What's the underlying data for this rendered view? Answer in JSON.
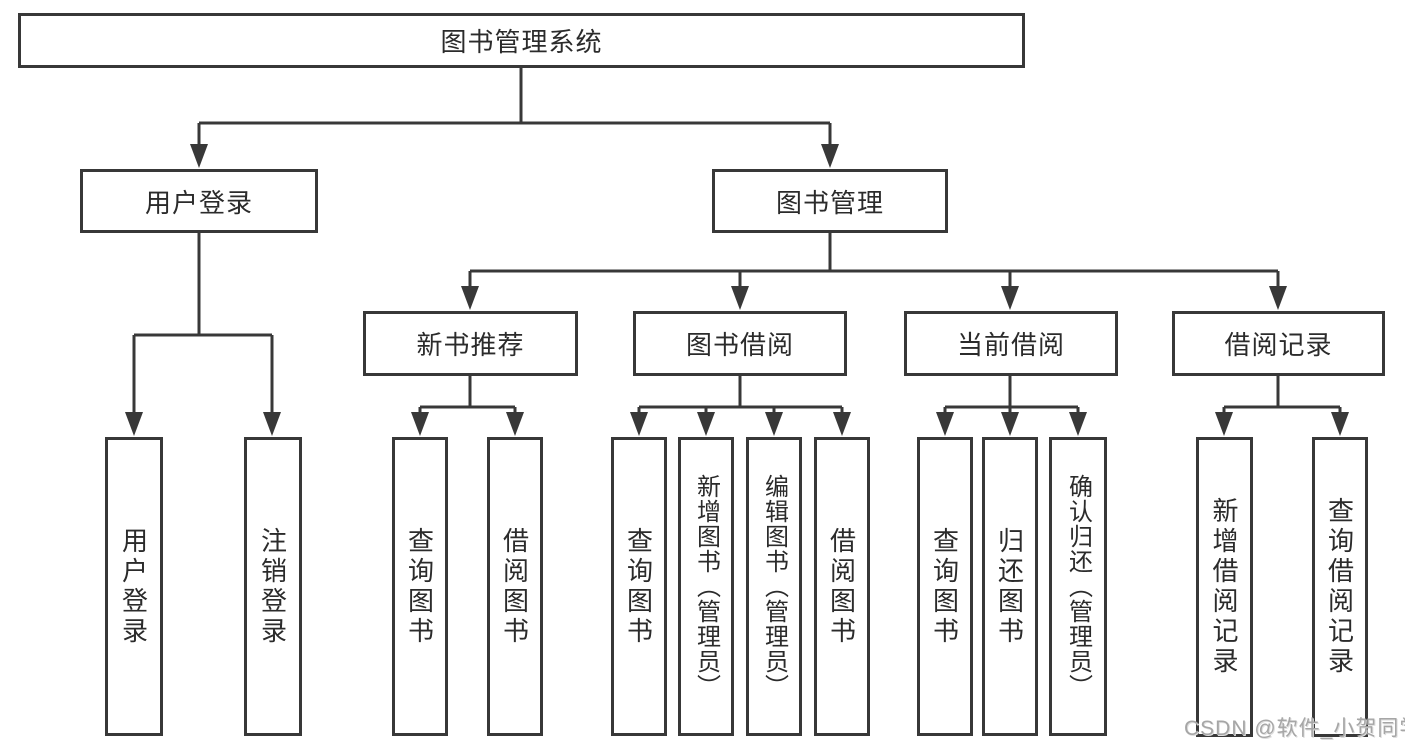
{
  "diagram": {
    "root_label": "图书管理系统",
    "level2": [
      "用户登录",
      "图书管理"
    ],
    "level3": [
      "新书推荐",
      "图书借阅",
      "当前借阅",
      "借阅记录"
    ],
    "leaves_login": [
      "用户登录",
      "注销登录"
    ],
    "leaves_newbook": [
      "查询图书",
      "借阅图书"
    ],
    "leaves_borrow": [
      "查询图书",
      "新增图书（管理员）",
      "编辑图书（管理员）",
      "借阅图书"
    ],
    "leaves_current": [
      "查询图书",
      "归还图书",
      "确认归还（管理员）"
    ],
    "leaves_records": [
      "新增借阅记录",
      "查询借阅记录"
    ],
    "watermark": "CSDN @软件_小贺同学",
    "colors": {
      "line": "#383838",
      "text": "#2b2b2b",
      "watermark": "#a6a6a6",
      "background": "#ffffff"
    }
  }
}
